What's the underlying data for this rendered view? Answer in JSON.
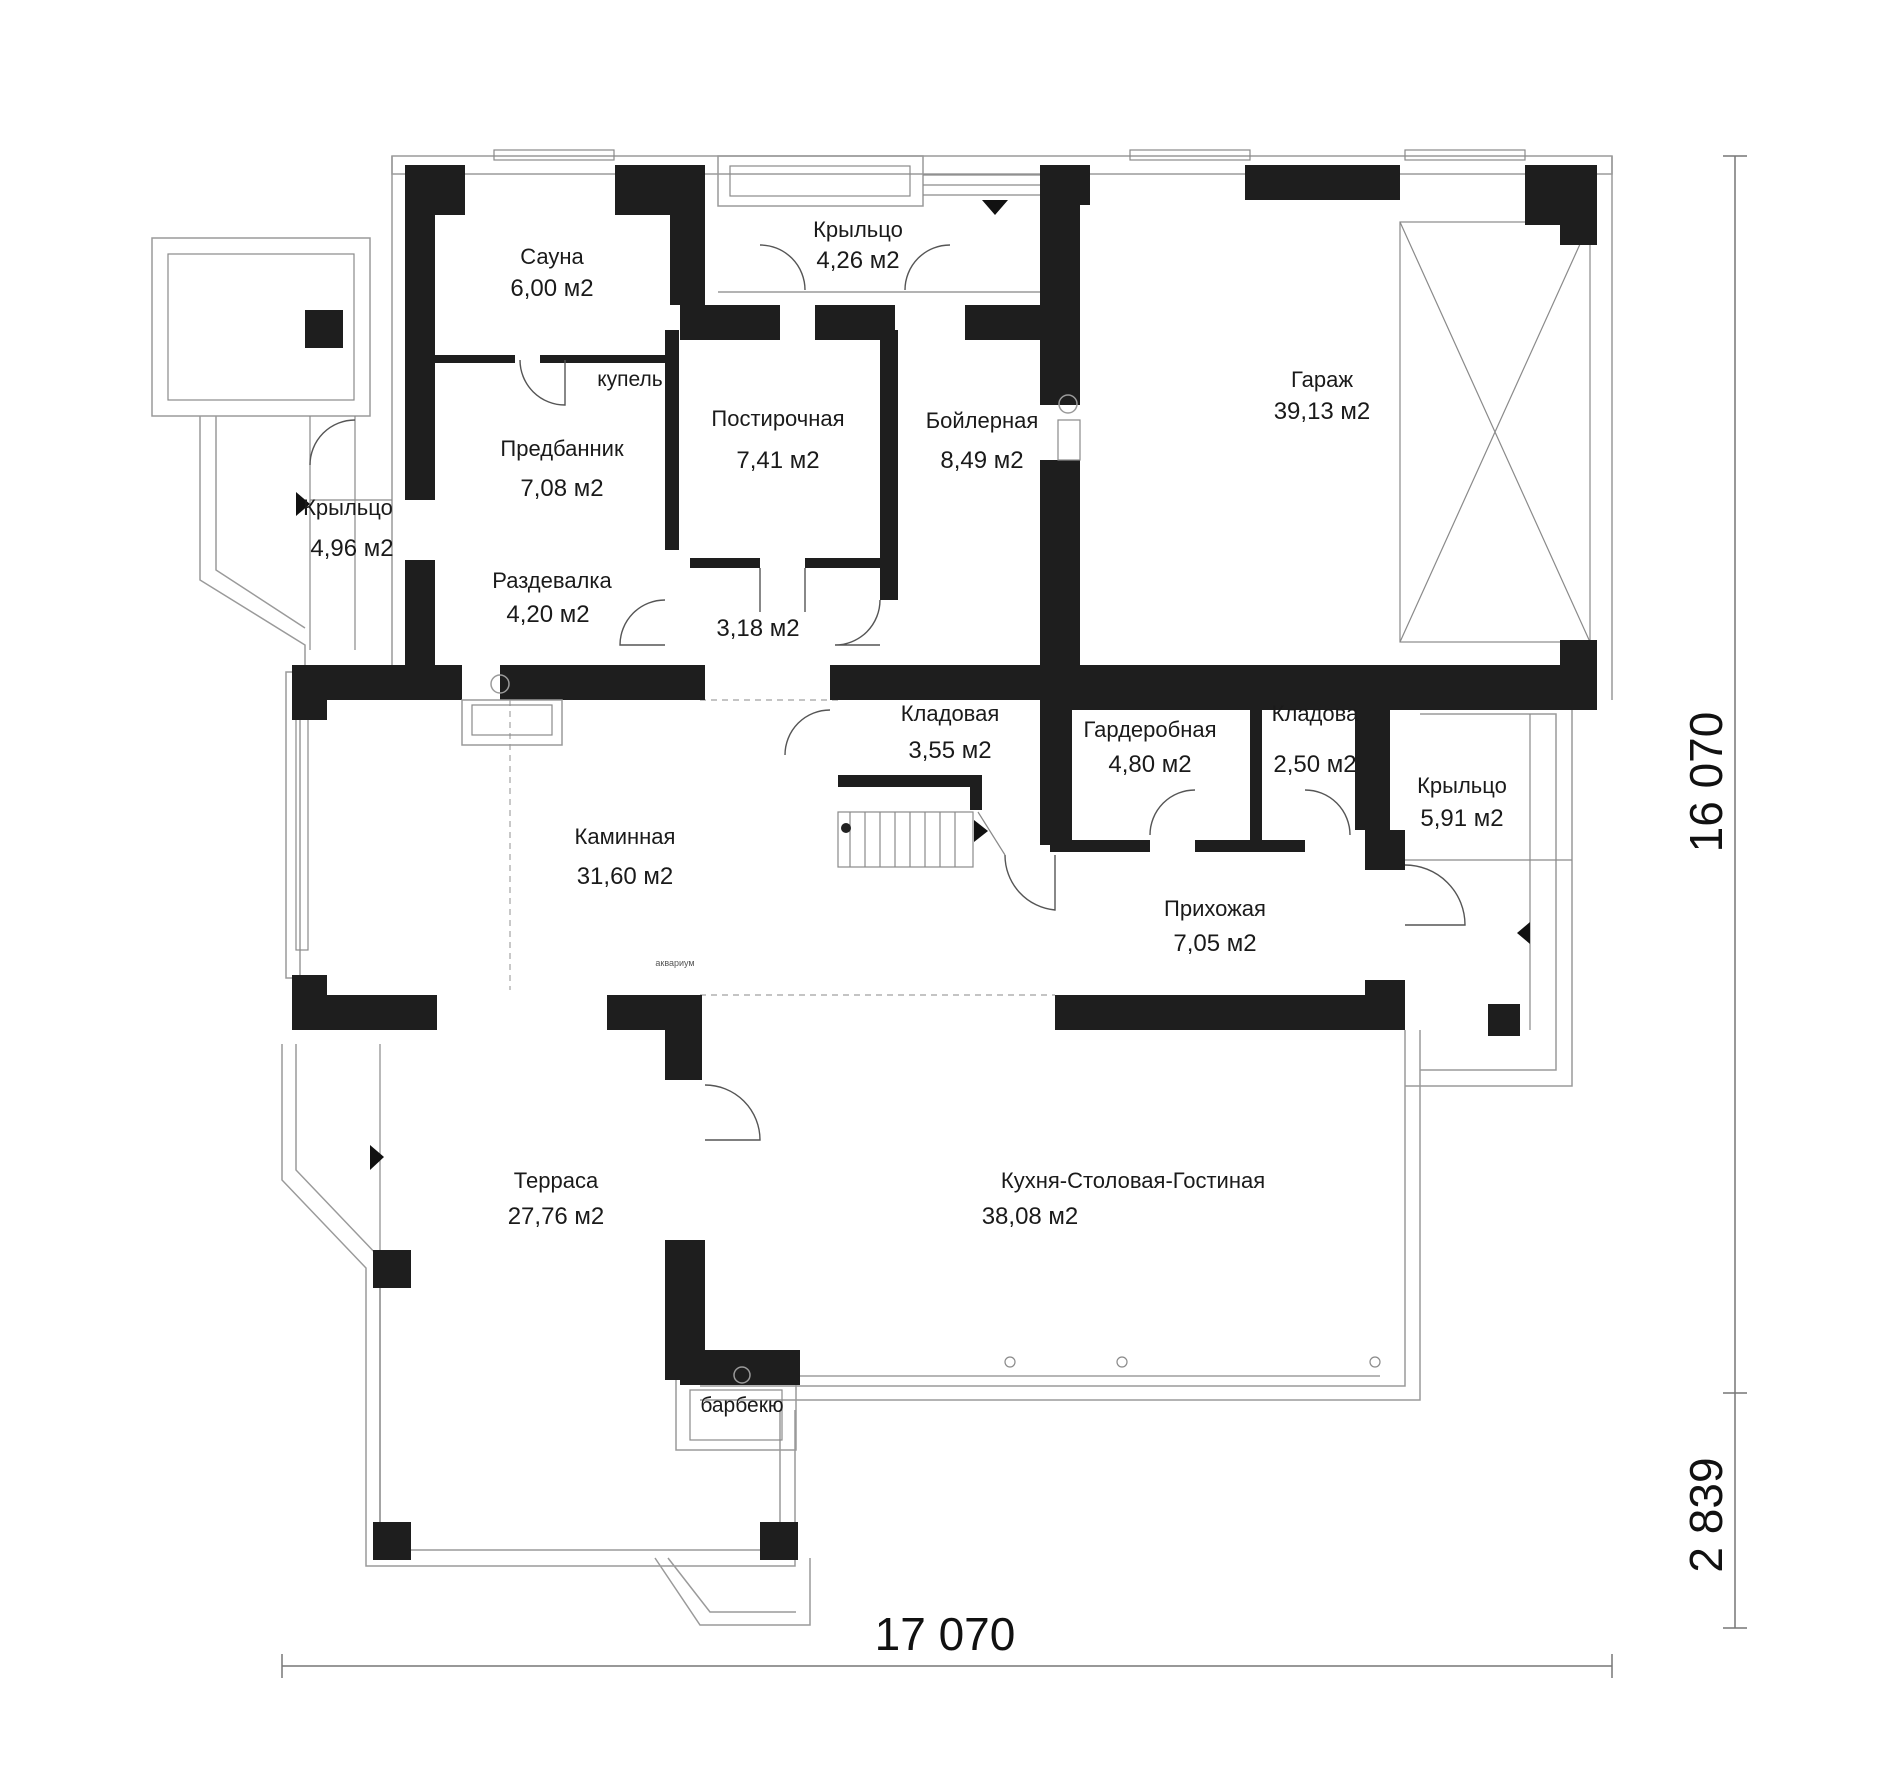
{
  "rooms": {
    "sauna": {
      "name": "Сауна",
      "area": "6,00 м2"
    },
    "porch_top": {
      "name": "Крыльцо",
      "area": "4,26 м2"
    },
    "garage": {
      "name": "Гараж",
      "area": "39,13 м2"
    },
    "plunge": {
      "name": "купель"
    },
    "laundry": {
      "name": "Постирочная",
      "area": "7,41 м2"
    },
    "boiler": {
      "name": "Бойлерная",
      "area": "8,49 м2"
    },
    "pre_bath": {
      "name": "Предбанник",
      "area": "7,08 м2"
    },
    "porch_left": {
      "name": "Крыльцо",
      "area": "4,96 м2"
    },
    "dressing": {
      "name": "Раздевалка",
      "area": "4,20 м2"
    },
    "hall_small": {
      "area": "3,18 м2"
    },
    "pantry1": {
      "name": "Кладовая",
      "area": "3,55 м2"
    },
    "wardrobe": {
      "name": "Гардеробная",
      "area": "4,80 м2"
    },
    "pantry2": {
      "name": "Кладова",
      "area": "2,50 м2"
    },
    "porch_right": {
      "name": "Крыльцо",
      "area": "5,91 м2"
    },
    "fireplace": {
      "name": "Каминная",
      "area": "31,60 м2"
    },
    "aquarium": {
      "name": "аквариум"
    },
    "hallway": {
      "name": "Прихожая",
      "area": "7,05 м2"
    },
    "terrace": {
      "name": "Терраса",
      "area": "27,76 м2"
    },
    "kitchen": {
      "name": "Кухня-Столовая-Гостиная",
      "area": "38,08 м2"
    },
    "bbq": {
      "name": "барбекю"
    }
  },
  "dimensions": {
    "width": "17 070",
    "depth_main": "16 070",
    "depth_terrace": "2 839"
  },
  "colors": {
    "wall": "#1e1e1e",
    "line": "#9a9a9a"
  }
}
